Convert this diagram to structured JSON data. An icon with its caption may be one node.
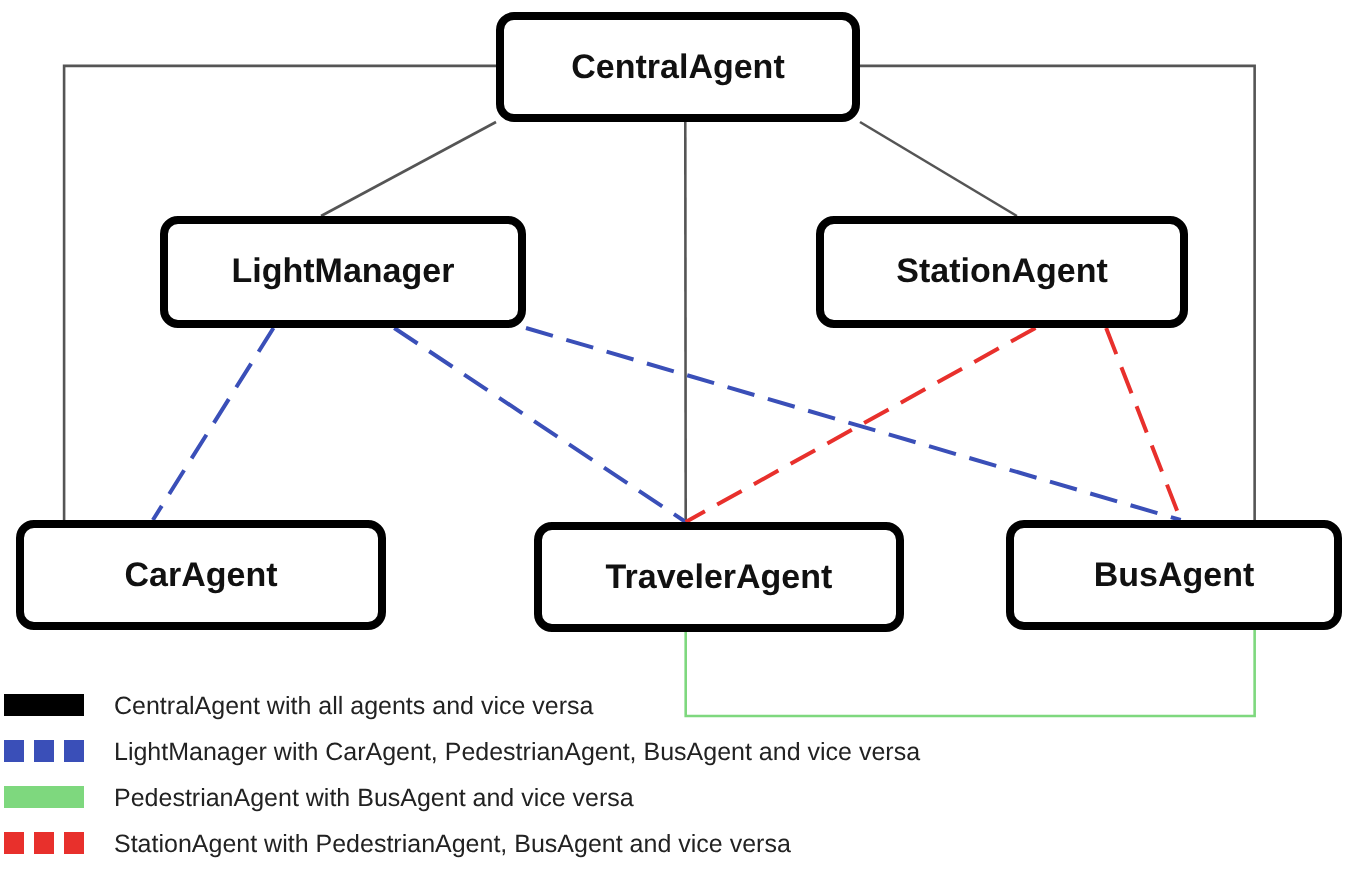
{
  "diagram": {
    "nodes": [
      {
        "text": [
          "CentralAgent"
        ]
      },
      {
        "text": [
          "LightManager"
        ]
      },
      {
        "text": [
          "StationAgent"
        ]
      },
      {
        "text": [
          "CarAgent"
        ]
      },
      {
        "text": [
          "TravelerAgent"
        ]
      },
      {
        "text": [
          "BusAgent"
        ]
      }
    ],
    "edges": [
      {
        "from": 0,
        "to": 3,
        "arrow": "none"
      },
      {
        "from": 0,
        "to": 1,
        "arrow": "none"
      },
      {
        "from": 0,
        "to": 2,
        "arrow": "none"
      },
      {
        "from": 0,
        "to": 4,
        "arrow": "none"
      },
      {
        "from": 0,
        "to": 5,
        "arrow": "none"
      },
      {
        "from": 1,
        "to": 3,
        "arrow": "none",
        "style": "dashed",
        "color": "#3a4fb8"
      },
      {
        "from": 1,
        "to": 4,
        "arrow": "none",
        "style": "dashed",
        "color": "#3a4fb8"
      },
      {
        "from": 1,
        "to": 5,
        "arrow": "none",
        "style": "dashed",
        "color": "#3a4fb8"
      },
      {
        "from": 2,
        "to": 4,
        "arrow": "none",
        "style": "dashed",
        "color": "#e8302c"
      },
      {
        "from": 2,
        "to": 5,
        "arrow": "none",
        "style": "dashed",
        "color": "#e8302c"
      },
      {
        "from": 4,
        "to": 5,
        "arrow": "none",
        "color": "#7ed87e"
      }
    ],
    "legend": [
      {
        "text": "CentralAgent with all agents and vice versa",
        "color": "#000000"
      },
      {
        "text": "LightManager with CarAgent, PedestrianAgent, BusAgent and vice versa",
        "color": "#3a4fb8"
      },
      {
        "text": "PedestrianAgent with BusAgent and vice versa",
        "color": "#7ed87e"
      },
      {
        "text": "StationAgent with PedestrianAgent, BusAgent and vice versa",
        "color": "#e8302c"
      }
    ]
  }
}
